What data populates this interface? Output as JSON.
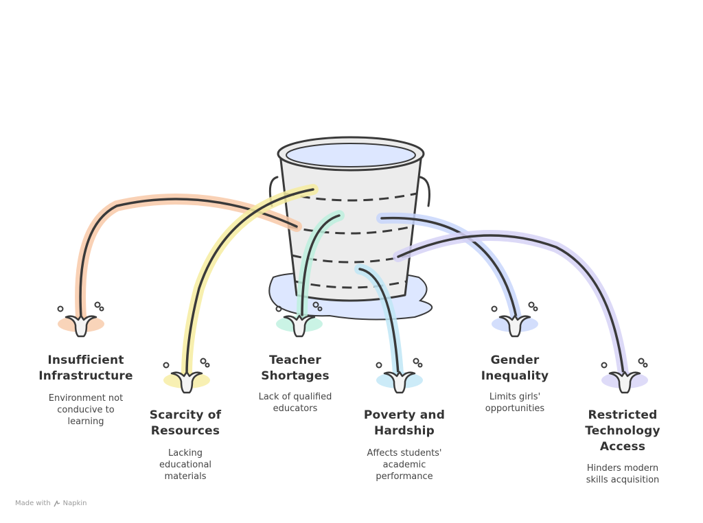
{
  "colors": {
    "stroke": "#3a3a3a",
    "water": "#dde7ff",
    "bucket": "#ececec",
    "leak_1": "#f8c9a8",
    "leak_2": "#f6eca0",
    "leak_3": "#bdf0de",
    "leak_4": "#bfe6f6",
    "leak_5": "#c8d6fb",
    "leak_6": "#d6d2f6"
  },
  "icons": [
    "bucket-icon",
    "leak-stream-icon",
    "splash-icon",
    "napkin-logo-icon"
  ],
  "leaks": [
    {
      "title": "Insufficient\nInfrastructure",
      "description": "Environment not\nconducive to\nlearning"
    },
    {
      "title": "Scarcity of\nResources",
      "description": "Lacking\neducational\nmaterials"
    },
    {
      "title": "Teacher\nShortages",
      "description": "Lack of qualified\neducators"
    },
    {
      "title": "Poverty and\nHardship",
      "description": "Affects students'\nacademic\nperformance"
    },
    {
      "title": "Gender\nInequality",
      "description": "Limits girls'\nopportunities"
    },
    {
      "title": "Restricted\nTechnology\nAccess",
      "description": "Hinders modern\nskills acquisition"
    }
  ],
  "footer": {
    "made_with": "Made with",
    "brand": "Napkin"
  }
}
